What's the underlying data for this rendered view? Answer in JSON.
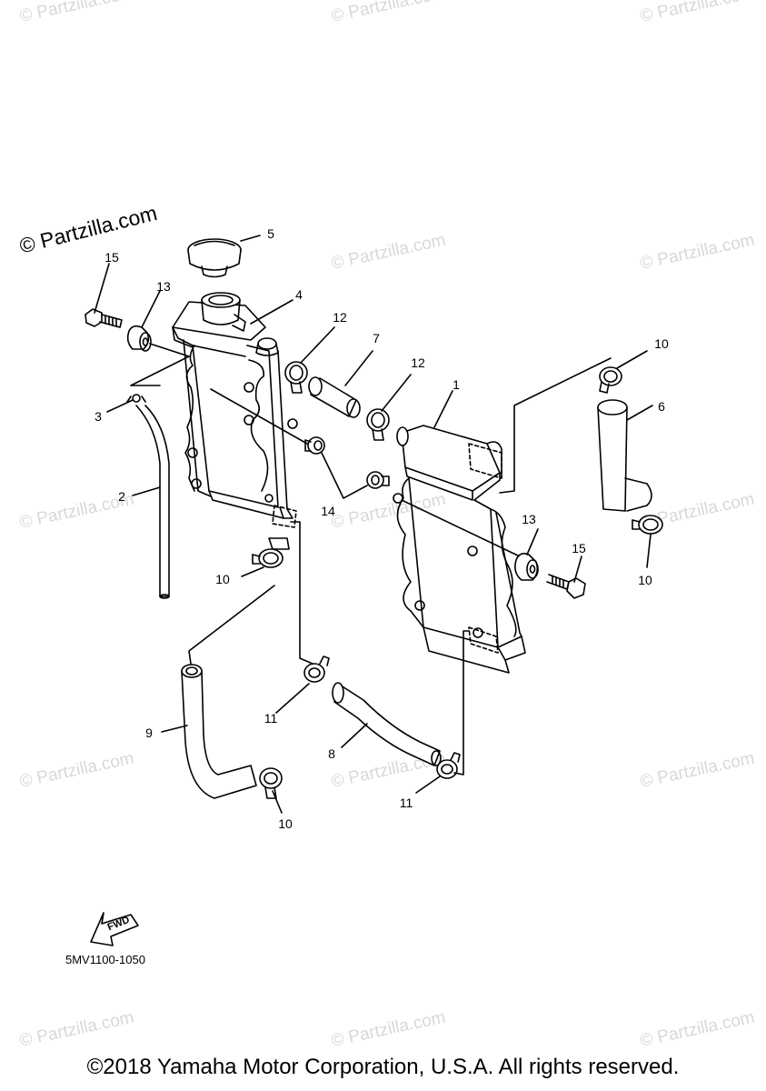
{
  "watermark": {
    "text": "© Partzilla.com",
    "strong_text": "© Partzilla.com"
  },
  "callouts": {
    "c1": "1",
    "c2": "2",
    "c3": "3",
    "c4": "4",
    "c5": "5",
    "c6": "6",
    "c7": "7",
    "c8": "8",
    "c9": "9",
    "c10a": "10",
    "c10b": "10",
    "c10c": "10",
    "c11a": "11",
    "c11b": "11",
    "c12a": "12",
    "c12b": "12",
    "c13a": "13",
    "c13b": "13",
    "c14": "14",
    "c15a": "15",
    "c15b": "15"
  },
  "fwd_label": "FWD",
  "diagram_code": "5MV1100-1050",
  "copyright": "©2018 Yamaha Motor Corporation, U.S.A. All rights reserved."
}
